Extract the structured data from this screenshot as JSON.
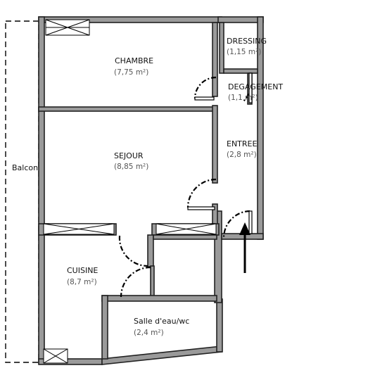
{
  "rooms": [
    {
      "id": "chambre",
      "name": "CHAMBRE",
      "area": "(7,75 m²)"
    },
    {
      "id": "sejour",
      "name": "SEJOUR",
      "area": "(8,85 m²)"
    },
    {
      "id": "cuisine",
      "name": "CUISINE",
      "area": "(8,7 m²)"
    },
    {
      "id": "salle-eau",
      "name": "Salle d'eau/wc",
      "area": "(2,4 m²)"
    },
    {
      "id": "dressing",
      "name": "DRESSING",
      "area": "(1,15 m²)"
    },
    {
      "id": "degagement",
      "name": "DEGAGEMENT",
      "area": "(1,1 m²)"
    },
    {
      "id": "entree",
      "name": "ENTREE",
      "area": "(2,8 m²)"
    }
  ],
  "balcony": {
    "label": "Balcon"
  }
}
